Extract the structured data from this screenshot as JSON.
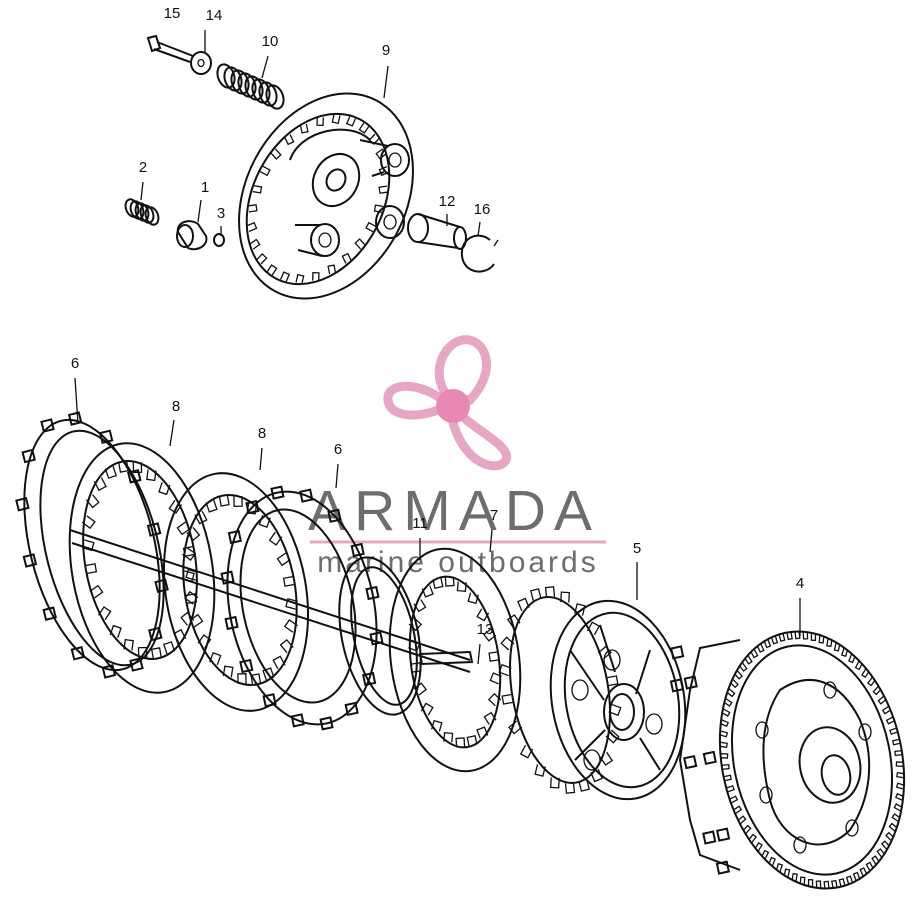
{
  "callouts": [
    "15",
    "14",
    "10",
    "9",
    "2",
    "1",
    "3",
    "12",
    "16",
    "6",
    "8",
    "8",
    "6",
    "11",
    "7",
    "5",
    "4",
    "13"
  ],
  "watermark": {
    "brand": "ARMADA",
    "tagline": "marine outboards",
    "logo_icon": "propeller-icon",
    "logo_color": "#e8a6c5",
    "logo_hub_color": "#e889b5",
    "text_color": "#6d6d6d"
  }
}
